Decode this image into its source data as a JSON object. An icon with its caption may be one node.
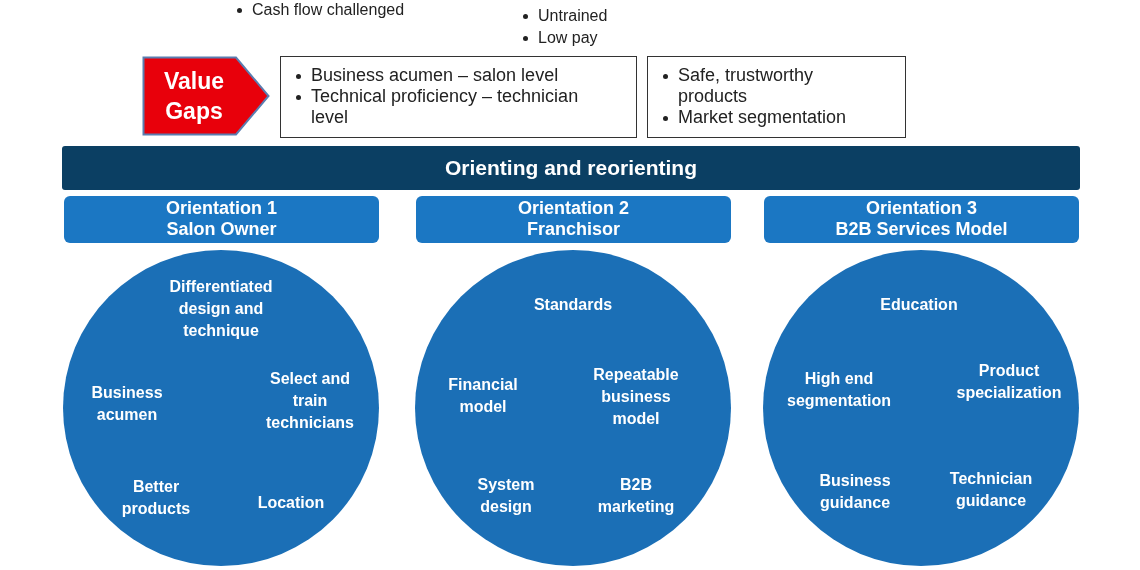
{
  "diagram": {
    "nodes": [
      {
        "text": [
          "Value Gaps"
        ]
      },
      {
        "text": [
          "Business acumen – salon level",
          "Technical proficiency – technician level"
        ]
      },
      {
        "text": [
          "Safe, trustworthy products",
          "Market segmentation"
        ]
      },
      {
        "text": [
          "Orienting and reorienting"
        ]
      },
      {
        "text": [
          "Orientation 1",
          "Salon Owner"
        ]
      },
      {
        "text": [
          "Orientation 2",
          "Franchisor"
        ]
      },
      {
        "text": [
          "Orientation 3",
          "B2B Services Model"
        ]
      },
      {
        "text": [
          "Differentiated design and technique",
          "Business acumen",
          "Select and train technicians",
          "Better products",
          "Location"
        ]
      },
      {
        "text": [
          "Standards",
          "Financial model",
          "Repeatable business model",
          "System design",
          "B2B marketing"
        ]
      },
      {
        "text": [
          "Education",
          "High end segmentation",
          "Product specialization",
          "Business guidance",
          "Technician guidance"
        ]
      }
    ],
    "labels": [
      "Cash flow challenged",
      "Untrained",
      "Low pay"
    ]
  }
}
